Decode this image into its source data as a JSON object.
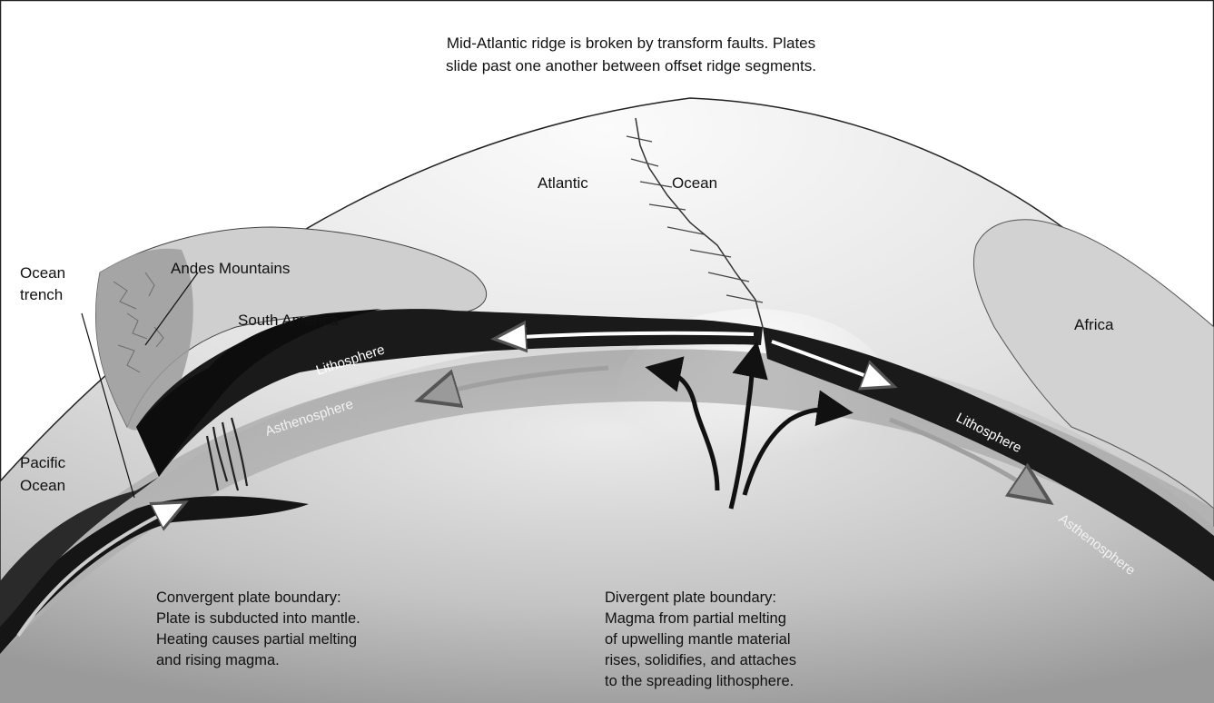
{
  "title": {
    "line1": "Mid-Atlantic ridge is broken by transform faults. Plates",
    "line2": "slide past one another between offset ridge segments."
  },
  "labels": {
    "atlantic": "Atlantic",
    "ocean": "Ocean",
    "ocean_trench_1": "Ocean",
    "ocean_trench_2": "trench",
    "andes": "Andes Mountains",
    "south_america": "South America",
    "africa": "Africa",
    "pacific_1": "Pacific",
    "pacific_2": "Ocean",
    "lithosphere_left": "Lithosphere",
    "asthenosphere_left": "Asthenosphere",
    "lithosphere_right": "Lithosphere",
    "asthenosphere_right": "Asthenosphere"
  },
  "convergent": {
    "line1": "Convergent plate boundary:",
    "line2": "Plate is subducted into mantle.",
    "line3": "Heating causes partial melting",
    "line4": "and rising magma."
  },
  "divergent": {
    "line1": "Divergent plate boundary:",
    "line2": "Magma from partial melting",
    "line3": "of upwelling mantle material",
    "line4": "rises, solidifies, and attaches",
    "line5": "to the spreading lithosphere."
  }
}
